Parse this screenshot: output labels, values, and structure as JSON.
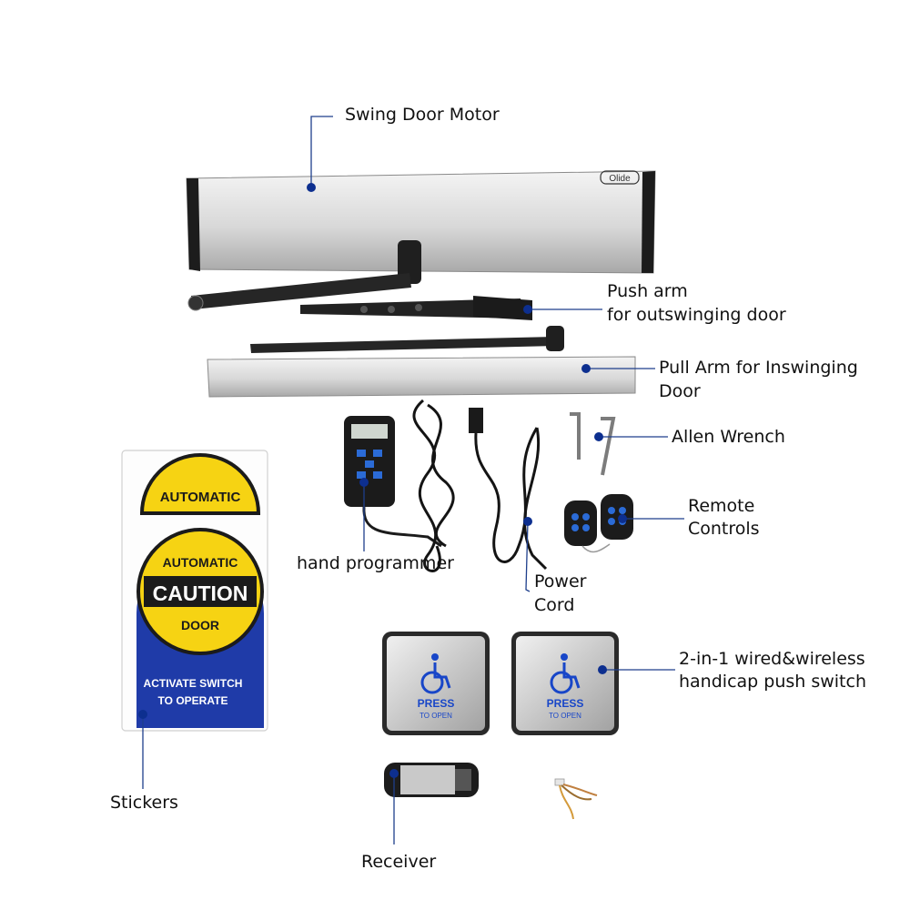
{
  "labels": {
    "motor": "Swing  Door  Motor",
    "push_arm_1": "Push arm",
    "push_arm_2": "for outswinging door",
    "pull_arm_1": "Pull Arm for Inswinging",
    "pull_arm_2": "Door",
    "allen": "Allen  Wrench",
    "remote_1": "Remote",
    "remote_2": "Controls",
    "programmer": "hand programmer",
    "power_1": "Power",
    "power_2": "Cord",
    "switch_1": "2-in-1 wired&wireless",
    "switch_2": "handicap push switch",
    "stickers": "Stickers",
    "receiver": "Receiver"
  },
  "product": {
    "brand_logo": "Olide",
    "sticker_top": "AUTOMATIC",
    "sticker_automatic": "AUTOMATIC",
    "sticker_caution": "CAUTION",
    "sticker_door": "DOOR",
    "sticker_activate": "ACTIVATE SWITCH",
    "sticker_operate": "TO OPERATE",
    "switch_press": "PRESS",
    "switch_to_open": "TO OPEN"
  },
  "colors": {
    "sticker_yellow": "#f6d313",
    "sticker_blue": "#1f3ba8",
    "callout_line": "#1e3f8c",
    "callout_dot": "#0d2f8f",
    "accessible_blue": "#1846c8"
  },
  "icons": [
    "wheelchair-icon"
  ]
}
